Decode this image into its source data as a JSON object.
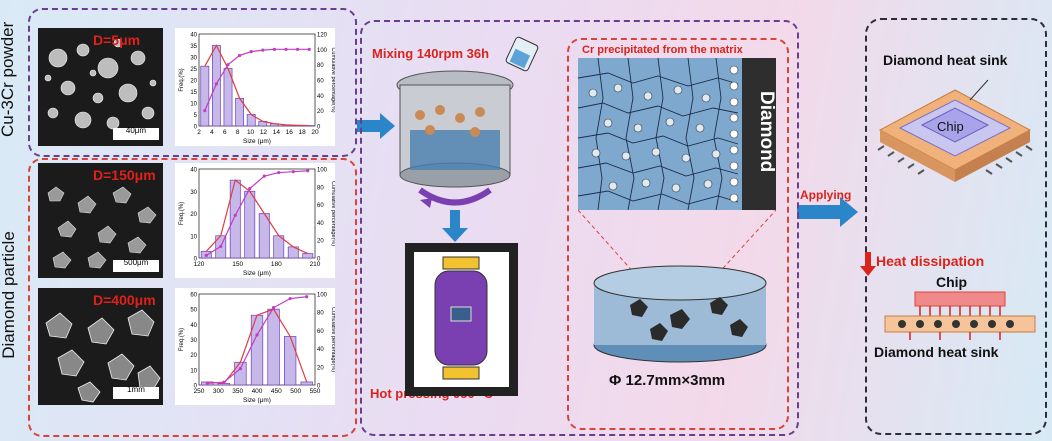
{
  "left": {
    "powder_label": "Cu-3Cr powder",
    "diamond_label": "Diamond particle",
    "sem1": {
      "label": "D=5μm",
      "scale": "40μm"
    },
    "sem2": {
      "label": "D=150μm",
      "scale": "500μm"
    },
    "sem3": {
      "label": "D=400μm",
      "scale": "1mm"
    }
  },
  "chart_data": [
    {
      "type": "bar",
      "title": "",
      "xlabel": "Size (μm)",
      "ylabel": "Freq.(%)",
      "y2label": "Cumulative percentage(%)",
      "categories": [
        "2",
        "4",
        "6",
        "8",
        "10",
        "12",
        "14",
        "16",
        "18",
        "20"
      ],
      "ylim": [
        0,
        40
      ],
      "y2lim": [
        0,
        120
      ],
      "yticks": [
        "0",
        "5",
        "10",
        "15",
        "20",
        "25",
        "30",
        "35",
        "40"
      ],
      "y2ticks": [
        "0",
        "20",
        "40",
        "60",
        "80",
        "100",
        "120"
      ],
      "values": [
        26,
        35,
        25,
        12,
        5,
        2,
        1,
        0.5,
        0.3,
        0.2
      ],
      "series": [
        {
          "values": [
            26,
            35,
            25,
            12,
            5,
            2,
            1,
            0.5,
            0.3,
            0.2
          ]
        },
        {
          "values": [
            20,
            55,
            80,
            92,
            97,
            99,
            100,
            100,
            100,
            100
          ]
        }
      ]
    },
    {
      "type": "bar",
      "title": "",
      "xlabel": "Size (μm)",
      "ylabel": "Freq.(%)",
      "y2label": "Cumulative percentage(%)",
      "categories": [
        "120",
        "150",
        "180",
        "210"
      ],
      "ylim": [
        0,
        40
      ],
      "y2lim": [
        0,
        100
      ],
      "yticks": [
        "0",
        "10",
        "20",
        "30",
        "40"
      ],
      "y2ticks": [
        "0",
        "20",
        "40",
        "60",
        "80",
        "100"
      ],
      "values": [
        3,
        10,
        35,
        30,
        20,
        10,
        5,
        2
      ],
      "series": [
        {
          "values": [
            3,
            10,
            35,
            30,
            20,
            10,
            5,
            2
          ]
        },
        {
          "values": [
            3,
            13,
            48,
            78,
            92,
            96,
            97,
            98
          ]
        }
      ]
    },
    {
      "type": "bar",
      "title": "",
      "xlabel": "Size (μm)",
      "ylabel": "Freq.(%)",
      "y2label": "Cumulative percentage(%)",
      "categories": [
        "250",
        "300",
        "350",
        "400",
        "450",
        "500",
        "550"
      ],
      "ylim": [
        0,
        60
      ],
      "y2lim": [
        0,
        100
      ],
      "yticks": [
        "0",
        "10",
        "20",
        "30",
        "40",
        "50",
        "60"
      ],
      "y2ticks": [
        "0",
        "20",
        "40",
        "60",
        "80",
        "100"
      ],
      "values": [
        2,
        1,
        15,
        46,
        50,
        32,
        2
      ],
      "series": [
        {
          "values": [
            2,
            1,
            15,
            46,
            50,
            32,
            2
          ]
        },
        {
          "values": [
            2,
            3,
            18,
            55,
            85,
            95,
            97
          ]
        }
      ]
    }
  ],
  "middle": {
    "mixing": "Mixing 140rpm 36h",
    "hot_pressing": "Hot pressing 950 °C",
    "cr_label": "Cr precipitated from the matrix",
    "diamond": "Diamond",
    "dimension": "Φ 12.7mm×3mm"
  },
  "right": {
    "applying": "Applying",
    "heat_sink_top": "Diamond heat sink",
    "chip_top": "Chip",
    "heat_dissipation": "Heat dissipation",
    "chip_bottom": "Chip",
    "heat_sink_bottom": "Diamond heat sink"
  },
  "colors": {
    "purple": "#6a3d8f",
    "red": "#d9443a",
    "bar_fill": "#c7b8ea",
    "bar_stroke": "#6a3dbf",
    "arrow": "#2a86c9"
  }
}
